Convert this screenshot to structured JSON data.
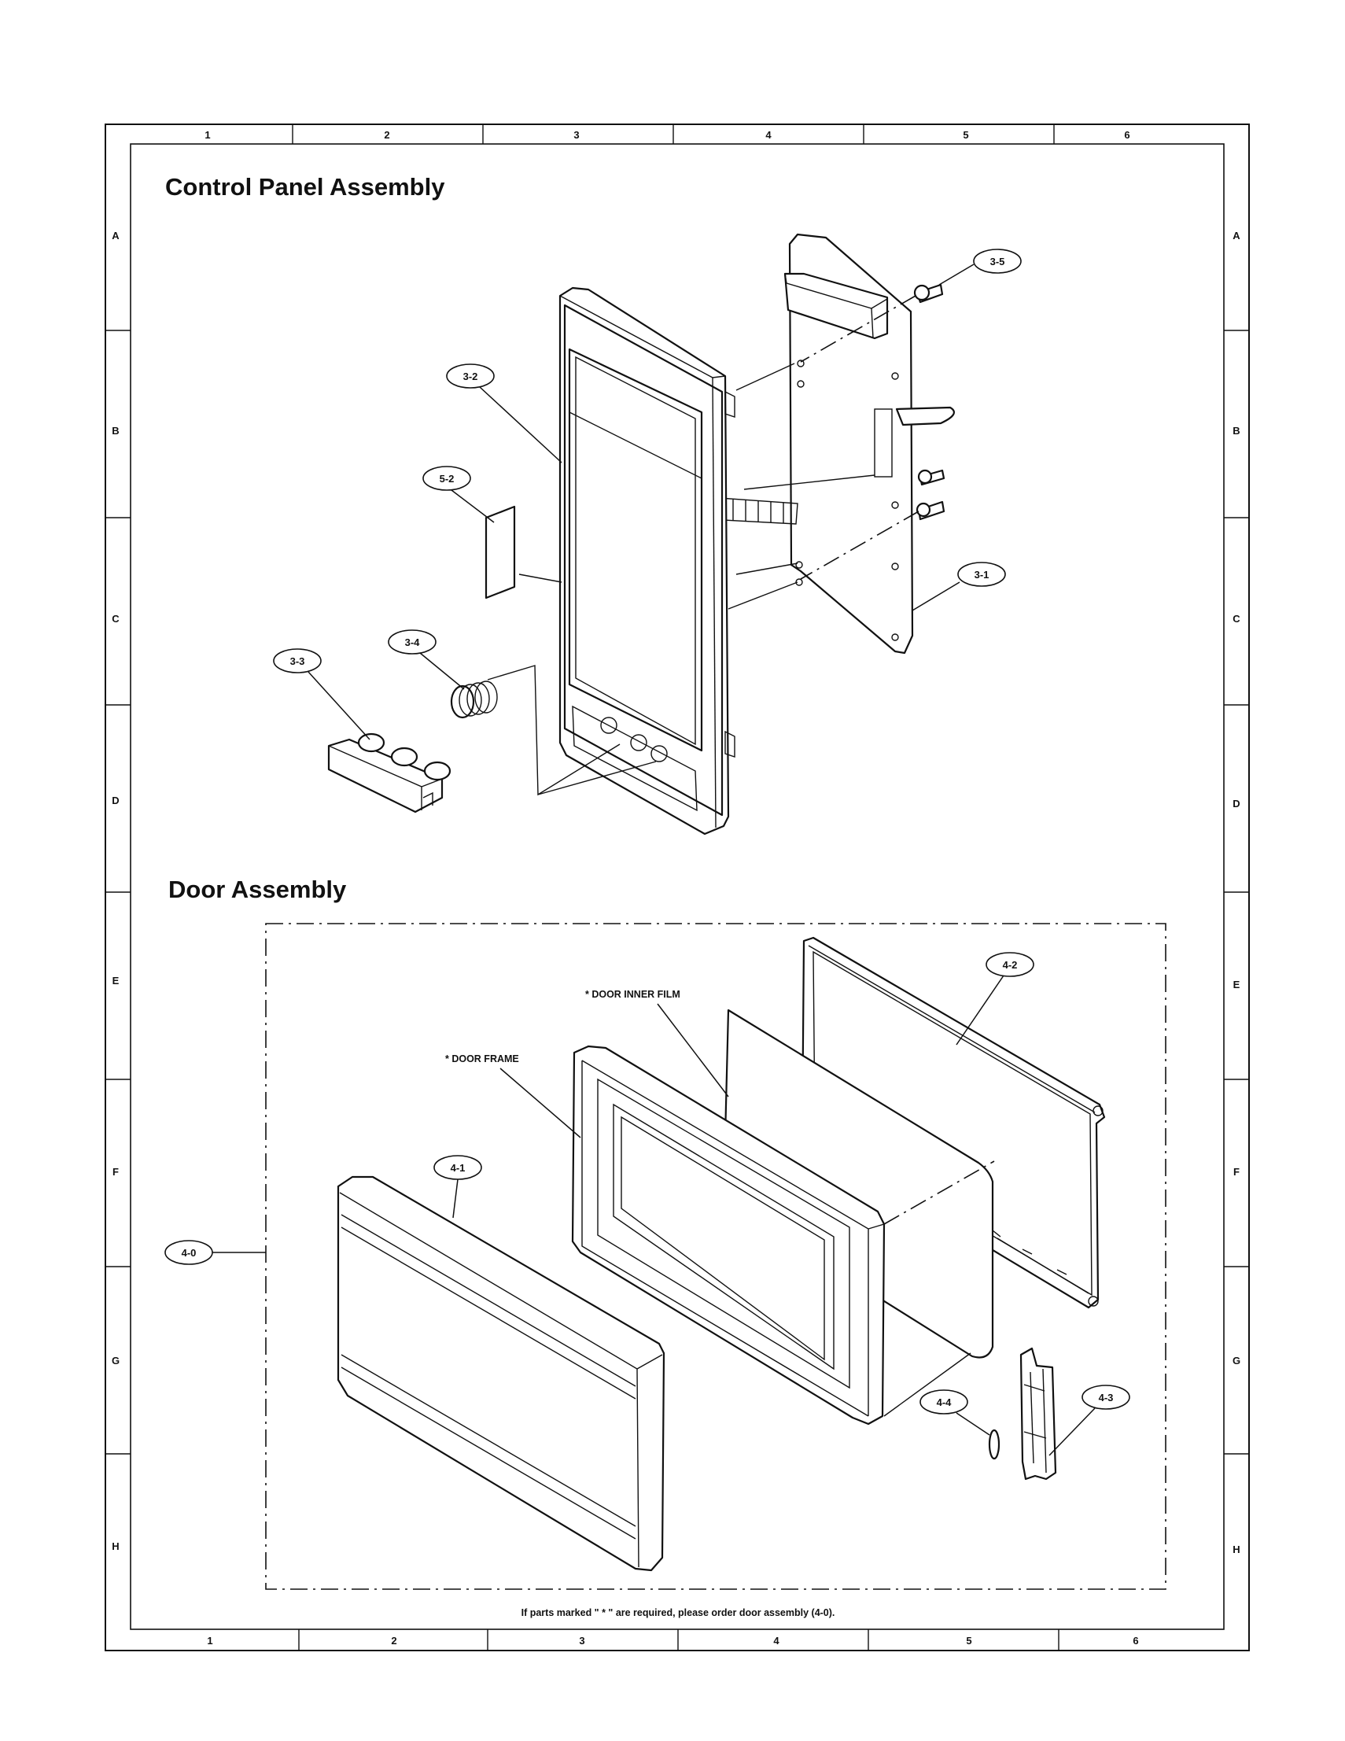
{
  "grid": {
    "columns": [
      "1",
      "2",
      "3",
      "4",
      "5",
      "6"
    ],
    "rows": [
      "A",
      "B",
      "C",
      "D",
      "E",
      "F",
      "G",
      "H"
    ]
  },
  "sections": {
    "control_panel": {
      "title": "Control Panel Assembly"
    },
    "door": {
      "title": "Door Assembly"
    }
  },
  "callouts": {
    "p3_5": "3-5",
    "p3_2": "3-2",
    "p5_2": "5-2",
    "p3_1": "3-1",
    "p3_4": "3-4",
    "p3_3": "3-3",
    "p4_2": "4-2",
    "p4_1": "4-1",
    "p4_0": "4-0",
    "p4_4": "4-4",
    "p4_3": "4-3"
  },
  "labels": {
    "door_inner_film": "* DOOR INNER FILM",
    "door_frame": "* DOOR FRAME"
  },
  "footnote": "If parts marked \" * \" are required, please order door assembly (4-0)."
}
